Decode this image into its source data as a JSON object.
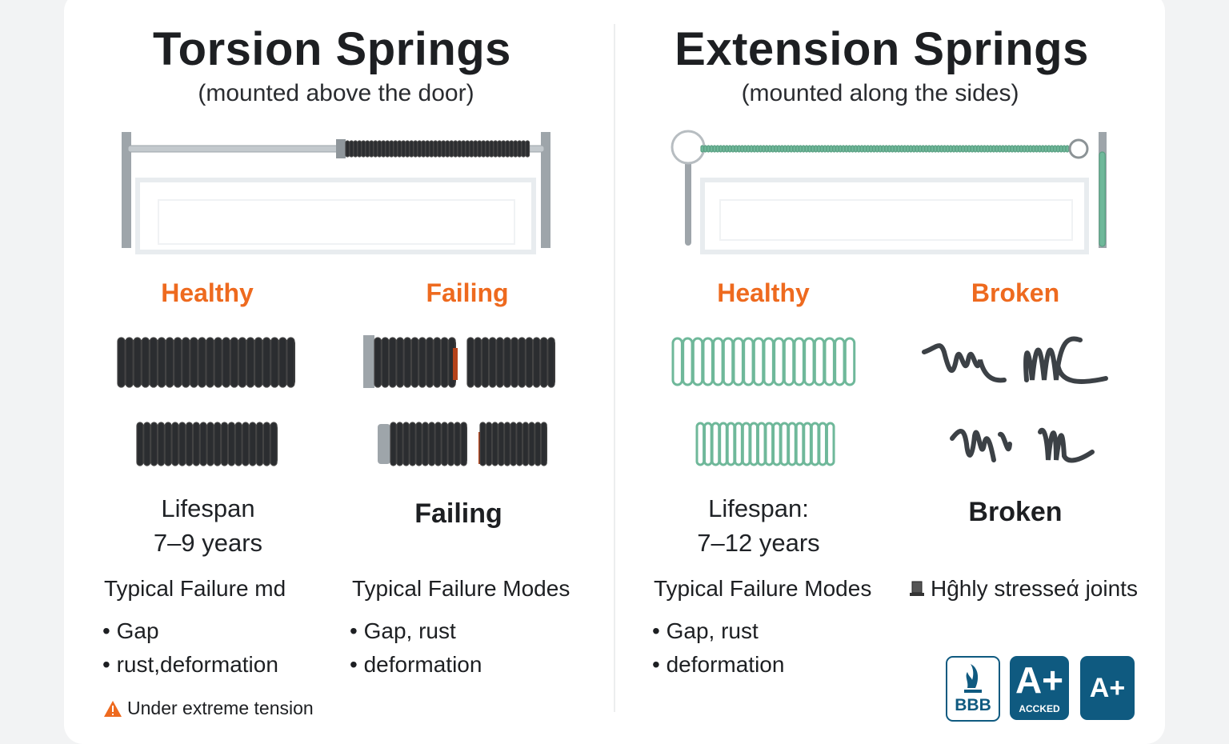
{
  "left": {
    "title": "Torsion Springs",
    "subtitle": "(mounted above the door)",
    "columns": [
      {
        "label": "Healthy",
        "caption_lines": [
          "Lifespan",
          "7–9 years"
        ],
        "failure_heading": "Typical Failure md",
        "failure_items": [
          "Gap",
          "rust,deformation"
        ]
      },
      {
        "label": "Failing",
        "caption_lines": [
          "Failing"
        ],
        "failure_heading": "Typical Failure Modes",
        "failure_items": [
          "Gap, rust",
          "deformation"
        ]
      }
    ],
    "warning": {
      "icon": "warning-triangle-icon",
      "text": "Under extreme tension"
    }
  },
  "right": {
    "title": "Extension Springs",
    "subtitle": "(mounted along the sides)",
    "columns": [
      {
        "label": "Healthy",
        "caption_lines": [
          "Lifespan:",
          "7–12 years"
        ],
        "failure_heading": "Typical Failure Modes",
        "failure_items": [
          "Gap, rust",
          "deformation"
        ]
      },
      {
        "label": "Broken",
        "caption_lines": [
          "Broken"
        ],
        "failure_heading": "Hĝhly stresseά joints",
        "heading_icon": "joint-icon"
      }
    ],
    "badges": [
      {
        "icon": "bbb-torch-icon",
        "text": "BBB"
      },
      {
        "big": "A+",
        "small": "ACCKED"
      },
      {
        "big": "A+"
      }
    ]
  },
  "colors": {
    "accent": "#ee6a1f",
    "torsion_coil": "#2b2d30",
    "extension_coil": "#6fb89a",
    "badge": "#0f5a80"
  }
}
